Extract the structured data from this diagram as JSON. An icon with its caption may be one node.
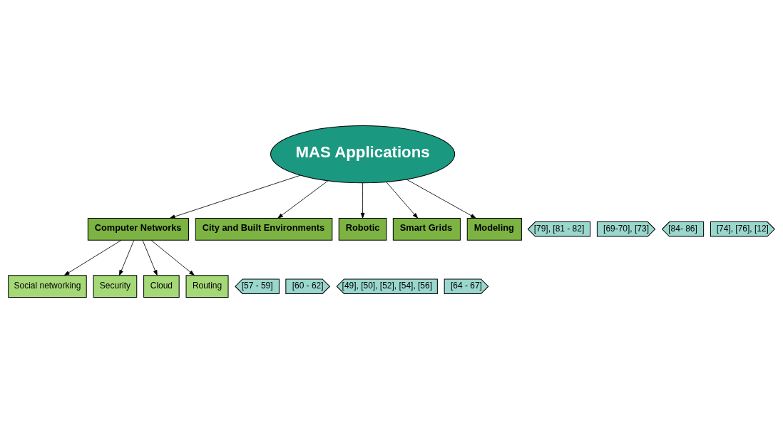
{
  "diagram": {
    "nodes": [
      {
        "text": [
          "MAS Applications"
        ]
      },
      {
        "text": [
          "Computer Networks"
        ]
      },
      {
        "text": [
          "Social networking"
        ]
      },
      {
        "text": [
          "[57 - 59]"
        ]
      },
      {
        "text": [
          "Security"
        ]
      },
      {
        "text": [
          "[60 - 62]"
        ]
      },
      {
        "text": [
          "Cloud"
        ]
      },
      {
        "text": [
          "[49], [50], [52], [54], [56]"
        ]
      },
      {
        "text": [
          "City and Built Environments"
        ]
      },
      {
        "text": [
          "[79], [81 - 82]"
        ]
      },
      {
        "text": [
          "Routing"
        ]
      },
      {
        "text": [
          "[64 - 67]"
        ]
      },
      {
        "text": [
          "Robotic"
        ]
      },
      {
        "text": [
          "[69-70], [73]"
        ]
      },
      {
        "text": [
          "Smart Grids"
        ]
      },
      {
        "text": [
          "[84- 86]"
        ]
      },
      {
        "text": [
          "Modeling"
        ]
      },
      {
        "text": [
          "[74], [76], [12]"
        ]
      }
    ],
    "edges": [
      {
        "from": 0,
        "to": 1,
        "arrow": "to"
      },
      {
        "from": 1,
        "to": 2,
        "arrow": "to"
      },
      {
        "from": 1,
        "to": 4,
        "arrow": "to"
      },
      {
        "from": 1,
        "to": 6,
        "arrow": "to"
      },
      {
        "from": 1,
        "to": 10,
        "arrow": "to"
      },
      {
        "from": 0,
        "to": 8,
        "arrow": "to"
      },
      {
        "from": 0,
        "to": 12,
        "arrow": "to"
      },
      {
        "from": 0,
        "to": 14,
        "arrow": "to"
      },
      {
        "from": 0,
        "to": 16,
        "arrow": "to"
      }
    ]
  }
}
